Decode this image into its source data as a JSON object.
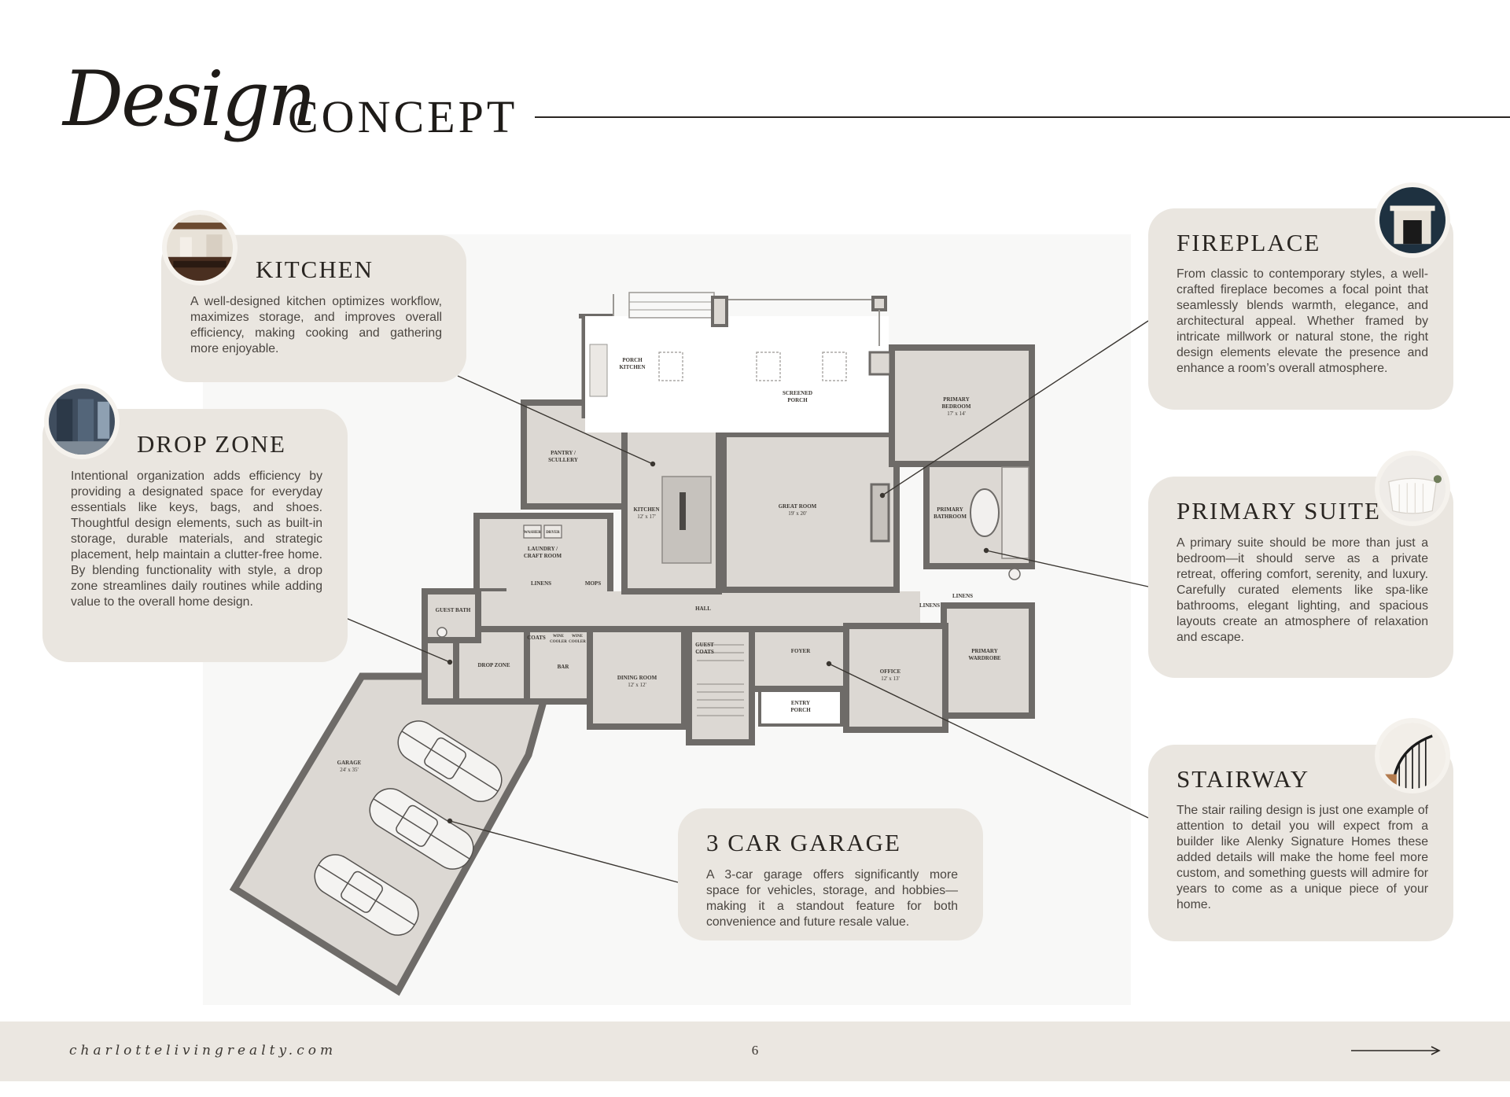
{
  "header": {
    "script_word": "Design",
    "caps_word": "CONCEPT"
  },
  "cards": {
    "kitchen": {
      "title": "KITCHEN",
      "body": "A well-designed kitchen optimizes workflow, maximizes storage, and improves overall efficiency, making cooking and gathering more enjoyable."
    },
    "drop_zone": {
      "title": "DROP ZONE",
      "body": "Intentional organization adds efficiency by providing a designated space for everyday essentials like keys, bags, and shoes. Thoughtful design elements, such as built-in storage, durable materials, and strategic placement, help maintain a clutter-free home. By blending functionality with style, a drop zone streamlines daily routines while adding value to the overall home design."
    },
    "fireplace": {
      "title": "FIREPLACE",
      "body": "From classic to contemporary styles, a well-crafted fireplace becomes a focal point that seamlessly blends warmth, elegance, and architectural appeal. Whether framed by intricate millwork or natural stone, the right design elements elevate the presence and enhance a room’s overall atmosphere."
    },
    "primary_suite": {
      "title": "PRIMARY SUITE",
      "body": "A primary suite should be more than just a bedroom—it should serve as a private retreat, offering comfort, serenity, and luxury. Carefully curated elements like spa-like bathrooms, elegant lighting, and spacious layouts create an atmosphere of relaxation and escape."
    },
    "stairway": {
      "title": "STAIRWAY",
      "body": "The stair railing design is just one example of attention to detail you will expect from a builder like Alenky Signature Homes these added details will make the home feel more custom, and something guests will admire for years to come as a unique piece of your home."
    },
    "garage": {
      "title": "3 CAR GARAGE",
      "body": "A 3-car garage offers significantly more space for vehicles, storage, and hobbies—making it a standout feature for both convenience and future resale value."
    }
  },
  "floor_plan": {
    "rooms": {
      "porch_kitchen": [
        "PORCH",
        "KITCHEN"
      ],
      "screened_porch": [
        "SCREENED",
        "PORCH"
      ],
      "primary_bedroom": [
        "PRIMARY",
        "BEDROOM",
        "17' x 14'"
      ],
      "pantry": [
        "PANTRY /",
        "SCULLERY"
      ],
      "kitchen": [
        "KITCHEN",
        "12' x 17'"
      ],
      "great_room": [
        "GREAT ROOM",
        "19' x 20'"
      ],
      "primary_bathroom": [
        "PRIMARY",
        "BATHROOM"
      ],
      "laundry": [
        "LAUNDRY /",
        "CRAFT ROOM"
      ],
      "linens_1": "LINENS",
      "mops": "MOPS",
      "washer": "WASHER",
      "dryer": "DRYER",
      "guest_bath": "GUEST BATH",
      "hall": "HALL",
      "linens_2": "LINENS",
      "linens_3": "LINENS",
      "primary_wardrobe": [
        "PRIMARY",
        "WARDROBE"
      ],
      "coats": "COATS",
      "wine_1": [
        "WINE",
        "COOLER"
      ],
      "wine_2": [
        "WINE",
        "COOLER"
      ],
      "drop_zone": "DROP ZONE",
      "bar": "BAR",
      "dining_room": [
        "DINING ROOM",
        "12' x 12'"
      ],
      "guest_coats": [
        "GUEST",
        "COATS"
      ],
      "foyer": "FOYER",
      "office": [
        "OFFICE",
        "12' x 13'"
      ],
      "entry_porch": [
        "ENTRY",
        "PORCH"
      ],
      "garage": [
        "GARAGE",
        "24' x 35'"
      ]
    }
  },
  "footer": {
    "website": "charlottelivingrealty.com",
    "page_number": "6"
  },
  "colors": {
    "card_bg": "#eae6e0",
    "wall": "#6e6b68",
    "room_fill": "#dcd8d3",
    "footer_bg": "#ebe7e1"
  }
}
